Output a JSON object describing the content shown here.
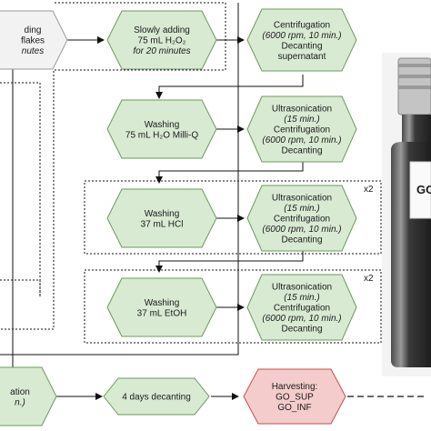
{
  "colors": {
    "green_fill": "#d9ead3",
    "green_stroke": "#6b9a5b",
    "red_fill": "#f4cccc",
    "red_stroke": "#c0504d",
    "gray_fill": "#f2f2f2",
    "gray_stroke": "#9a9a9a",
    "line": "#111111",
    "bottle_glass": "#2b2b2b",
    "bottle_cap": "#b8b8b8"
  },
  "nodes": {
    "start_partial": {
      "lines": [
        "ding",
        "flakes",
        "nutes"
      ],
      "italic": [
        false,
        false,
        true
      ]
    },
    "h2o2": {
      "lines": [
        "Slowly adding",
        "75 mL H₂O₂",
        "for 20 minutes"
      ],
      "italic": [
        false,
        false,
        true
      ]
    },
    "cent1": {
      "lines": [
        "Centrifugation",
        "(6000 rpm, 10 min.)",
        "Decanting",
        "supernatant"
      ],
      "italic": [
        false,
        true,
        false,
        false
      ]
    },
    "wash_water": {
      "lines": [
        "Washing",
        "75 mL H₂O Milli-Q"
      ],
      "italic": [
        false,
        false
      ]
    },
    "ultra1": {
      "lines": [
        "Ultrasonication",
        "(15 min.)",
        "Centrifugation",
        "(6000 rpm, 10 min.)",
        "Decanting"
      ],
      "italic": [
        false,
        true,
        false,
        true,
        false
      ]
    },
    "wash_hcl": {
      "lines": [
        "Washing",
        "37 mL HCl"
      ],
      "italic": [
        false,
        false
      ]
    },
    "ultra2": {
      "lines": [
        "Ultrasonication",
        "(15 min.)",
        "Centrifugation",
        "(6000 rpm, 10 min.)",
        "Decanting"
      ],
      "italic": [
        false,
        true,
        false,
        true,
        false
      ]
    },
    "wash_etoh": {
      "lines": [
        "Washing",
        "37 mL EtOH"
      ],
      "italic": [
        false,
        false
      ]
    },
    "ultra3": {
      "lines": [
        "Ultrasonication",
        "(15 min.)",
        "Centrifugation",
        "(6000 rpm, 10 min.)",
        "Decanting"
      ],
      "italic": [
        false,
        true,
        false,
        true,
        false
      ]
    },
    "left_bottom": {
      "lines": [
        "ation",
        "n.)"
      ],
      "italic": [
        false,
        true
      ]
    },
    "decant": {
      "lines": [
        "4 days decanting"
      ],
      "italic": [
        false
      ]
    },
    "harvest": {
      "lines": [
        "Harvesting:",
        "GO_SUP",
        "GO_INF"
      ],
      "italic": [
        false,
        false,
        false
      ]
    }
  },
  "repeat_labels": {
    "hcl_loop": "x2",
    "etoh_loop": "x2"
  },
  "bottle": {
    "label": "GO"
  }
}
